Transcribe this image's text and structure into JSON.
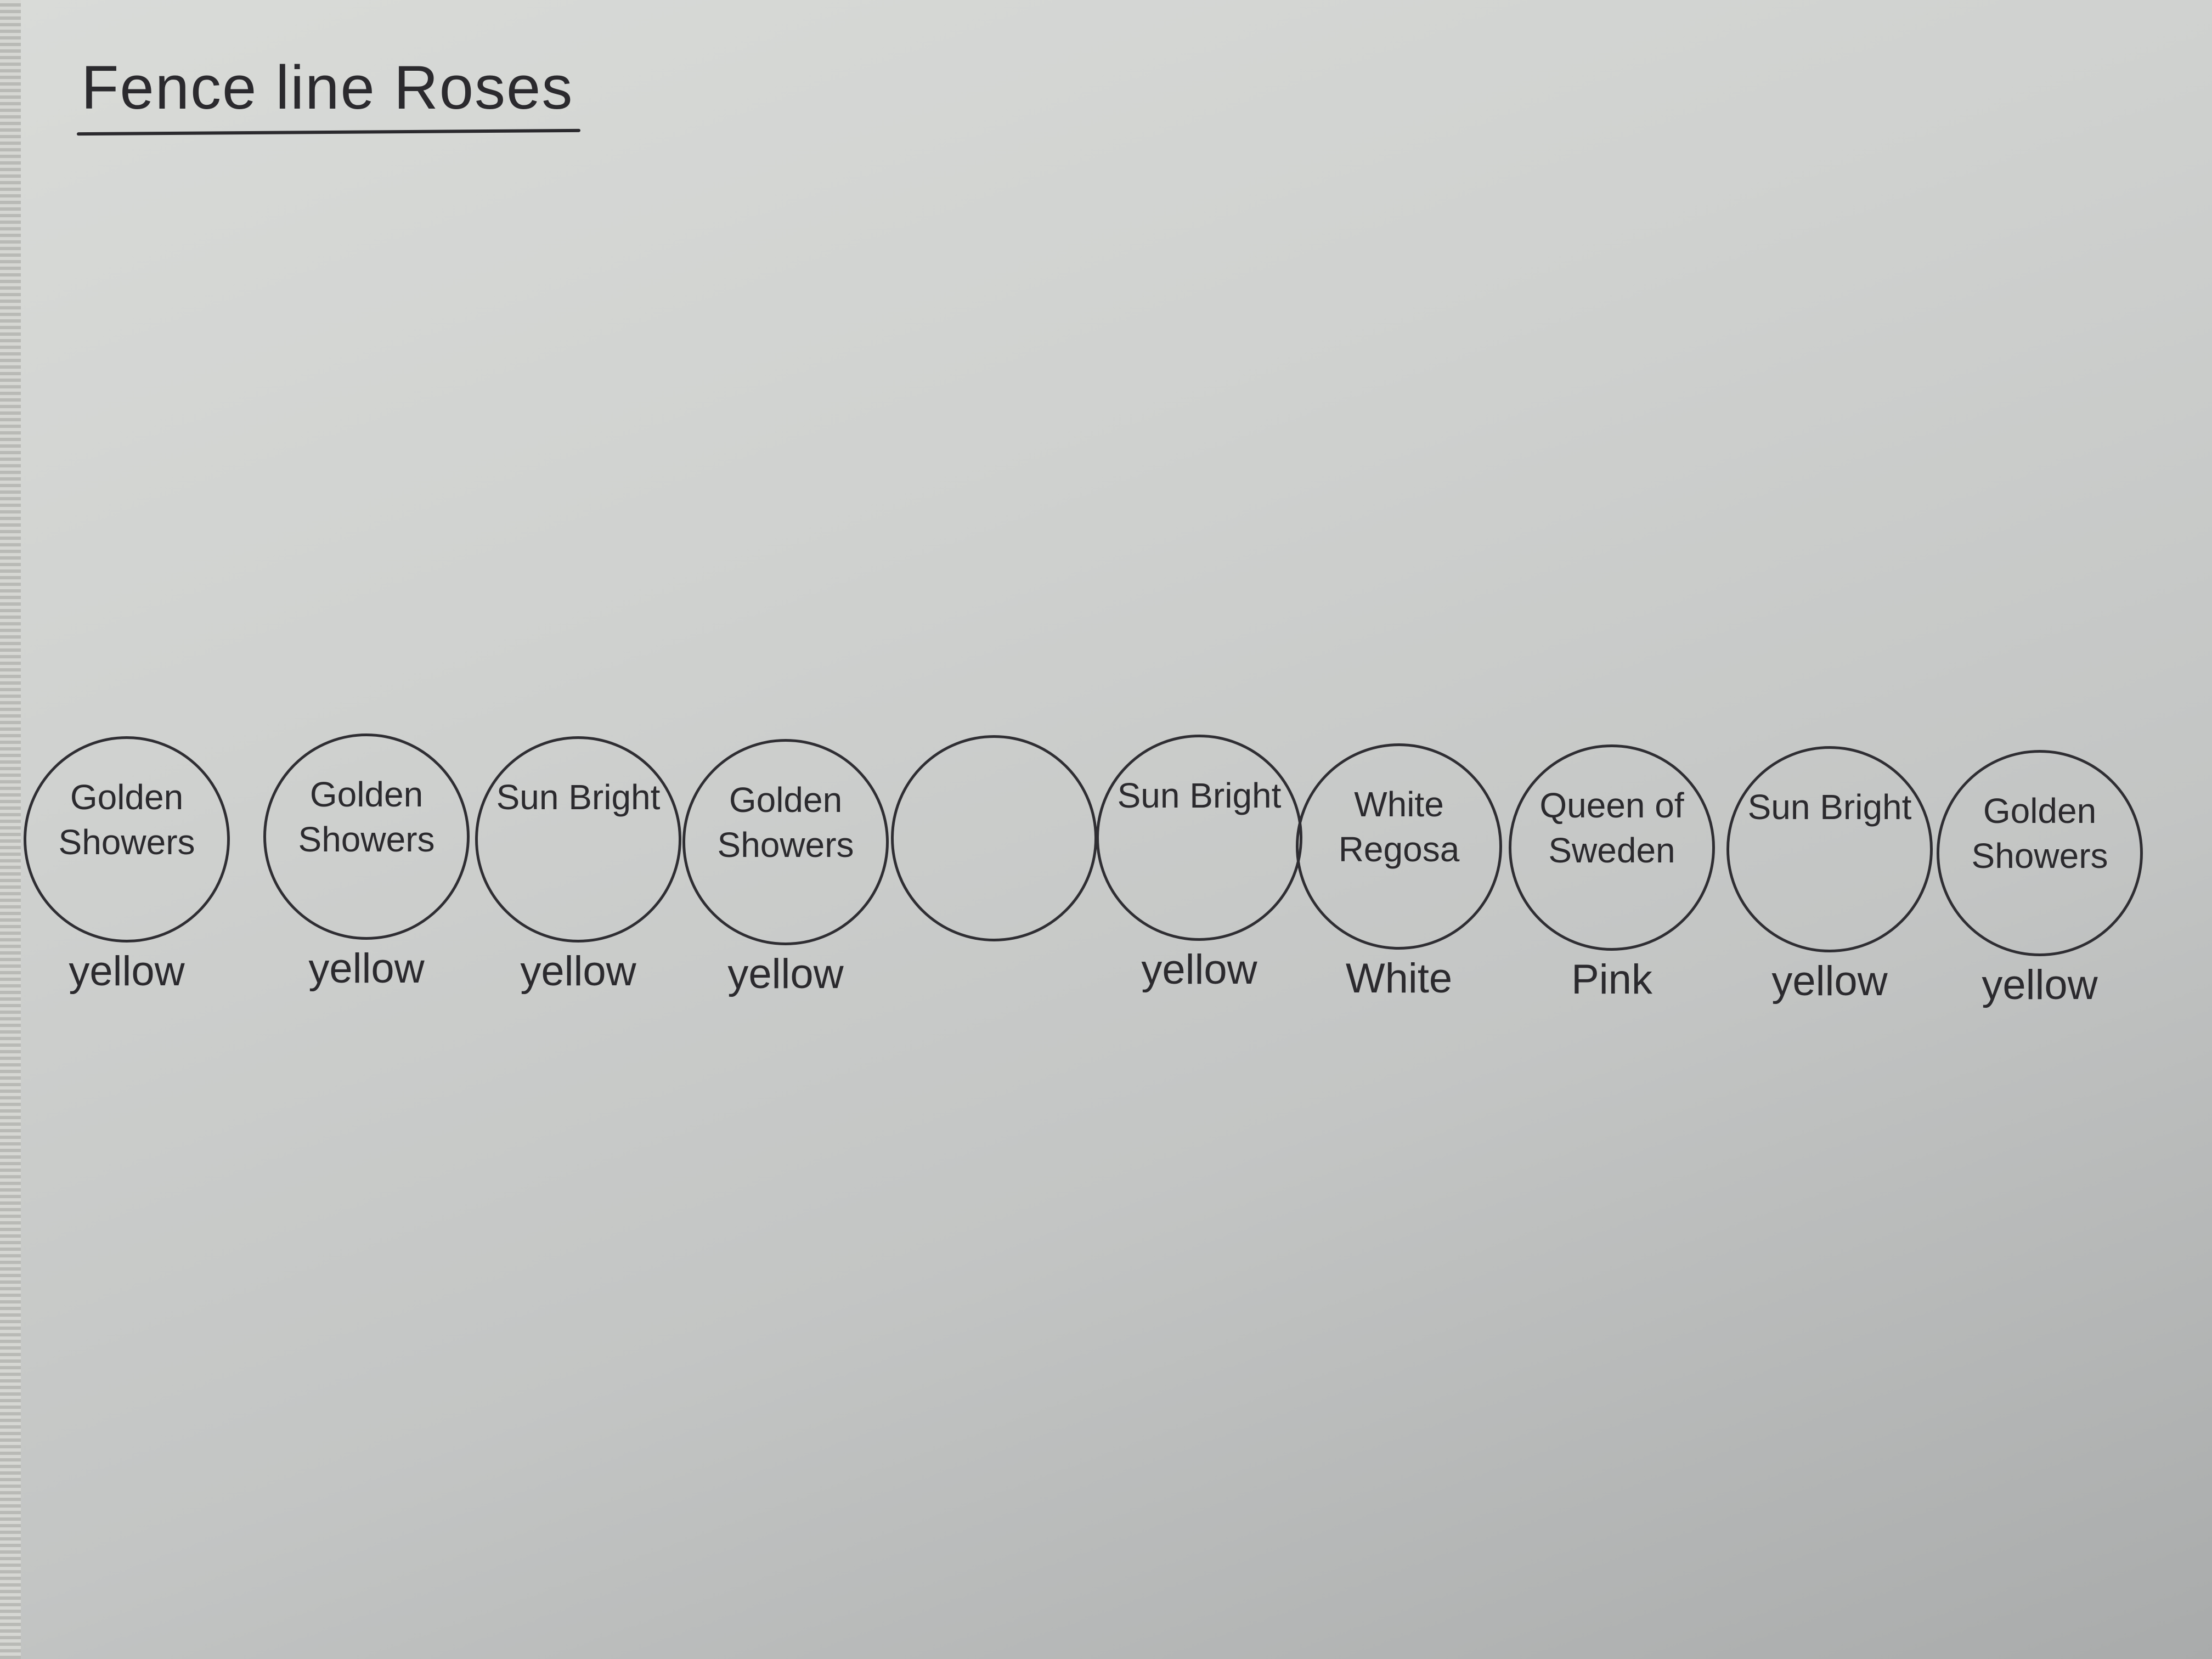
{
  "title": "Fence line Roses",
  "plants": [
    {
      "name": "Golden Showers",
      "colour": "yellow"
    },
    {
      "name": "Golden Showers",
      "colour": "yellow"
    },
    {
      "name": "Sun Bright",
      "colour": "yellow"
    },
    {
      "name": "Golden Showers",
      "colour": "yellow"
    },
    {
      "name": "",
      "colour": ""
    },
    {
      "name": "Sun Bright",
      "colour": "yellow"
    },
    {
      "name": "White Regosa",
      "colour": "White"
    },
    {
      "name": "Queen of Sweden",
      "colour": "Pink"
    },
    {
      "name": "Sun Bright",
      "colour": "yellow"
    },
    {
      "name": "Golden Showers",
      "colour": "yellow"
    }
  ]
}
